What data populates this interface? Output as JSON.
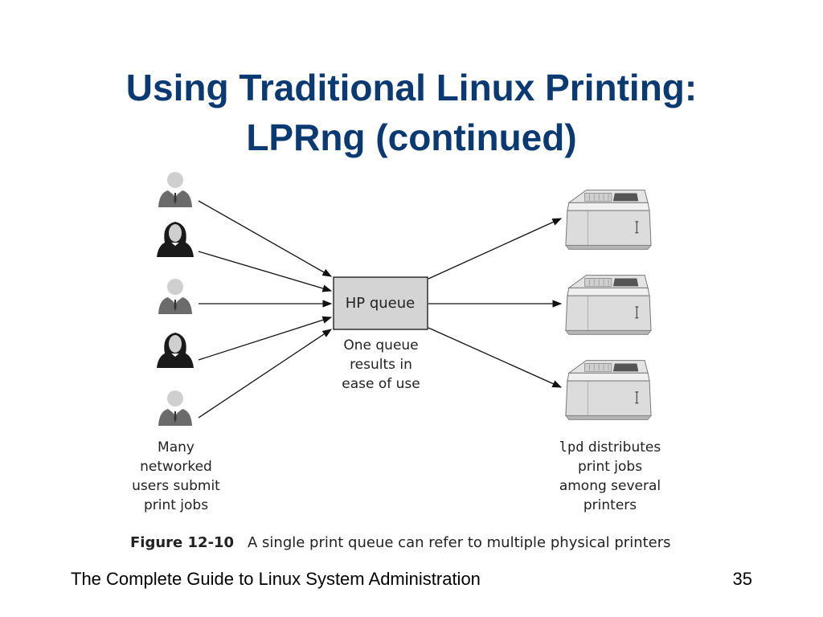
{
  "slide": {
    "title_line1": "Using Traditional Linux Printing:",
    "title_line2": "LPRng (continued)",
    "footer_left": "The Complete Guide to Linux System Administration",
    "page_number": "35"
  },
  "diagram": {
    "queue_label": "HP queue",
    "queue_caption": [
      "One queue",
      "results in",
      "ease of use"
    ],
    "users_caption": [
      "Many",
      "networked",
      "users submit",
      "print jobs"
    ],
    "printers_caption_line1_code": "lpd",
    "printers_caption_line1_rest": " distributes",
    "printers_caption": [
      "print jobs",
      "among several",
      "printers"
    ],
    "users": [
      {
        "icon": "male-user-icon"
      },
      {
        "icon": "female-user-icon"
      },
      {
        "icon": "male-user-icon"
      },
      {
        "icon": "female-user-icon"
      },
      {
        "icon": "male-user-icon"
      }
    ],
    "printers": [
      {
        "icon": "printer-icon"
      },
      {
        "icon": "printer-icon"
      },
      {
        "icon": "printer-icon"
      }
    ],
    "figure_label": "Figure 12-10",
    "figure_text": "A single print queue can refer to multiple physical printers"
  },
  "colors": {
    "title": "#0b3a73",
    "queue_fill": "#d4d4d4"
  }
}
